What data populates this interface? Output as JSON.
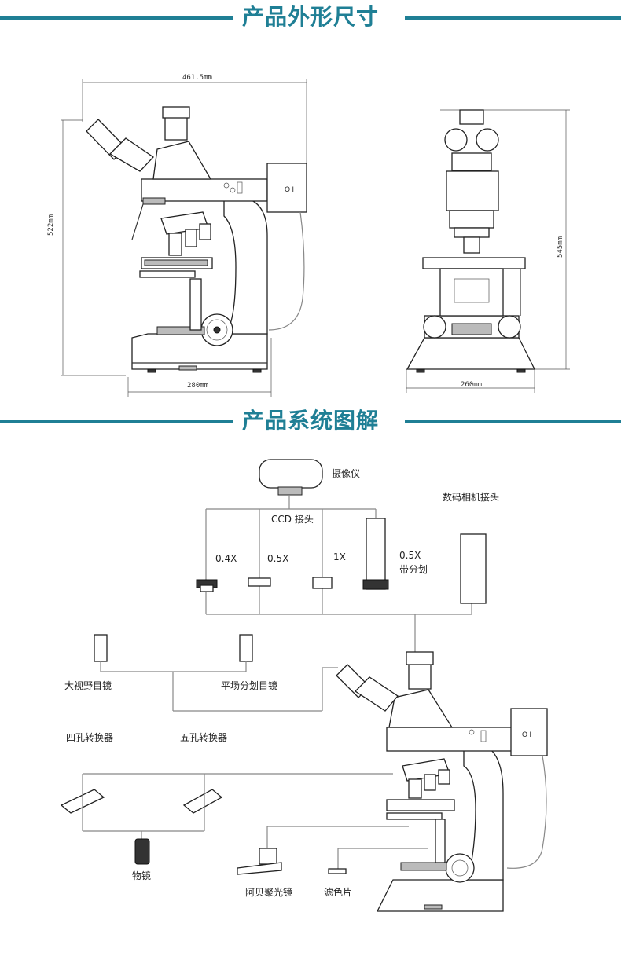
{
  "headers": {
    "dimensions_title": "产品外形尺寸",
    "system_title": "产品系统图解"
  },
  "dimensions": {
    "side_width": "461.5mm",
    "side_height": "522mm",
    "side_base": "280mm",
    "front_height": "545mm",
    "front_base": "260mm"
  },
  "system": {
    "camera": "摄像仪",
    "ccd_adapter": "CCD 接头",
    "digital_adapter": "数码相机接头",
    "adapter_04x": "0.4X",
    "adapter_05x": "0.5X",
    "adapter_1x": "1X",
    "adapter_05x_reticle_line1": "0.5X",
    "adapter_05x_reticle_line2": "带分划",
    "wide_eyepiece": "大视野目镜",
    "plan_reticle_eyepiece": "平场分划目镜",
    "quad_nosepiece": "四孔转换器",
    "quint_nosepiece": "五孔转换器",
    "objective": "物镜",
    "abbe_condenser": "阿贝聚光镜",
    "filter": "滤色片"
  },
  "colors": {
    "accent": "#1f7f95"
  }
}
